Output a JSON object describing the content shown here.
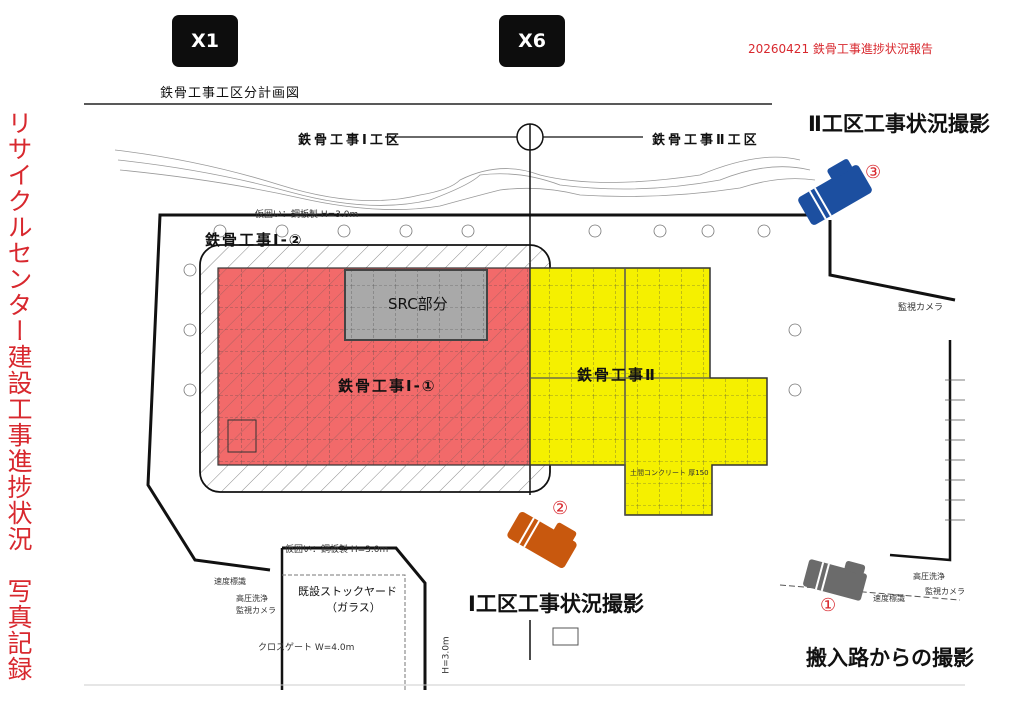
{
  "header": {
    "x1_label": "X1",
    "x6_label": "X6",
    "report_title": "20260421 鉄骨工事進捗状況報告",
    "plan_title": "鉄骨工事工区分計画図"
  },
  "side_title": "リサイクルセンター建設工事進捗状況　写真記録",
  "plan": {
    "zone1_label": "鉄骨工事Ⅰ工区",
    "zone2_label": "鉄骨工事Ⅱ工区",
    "area_1_2": "鉄骨工事Ⅰ-②",
    "area_1_1": "鉄骨工事Ⅰ-①",
    "area_src": "SRC部分",
    "area_2": "鉄骨工事Ⅱ",
    "fence_top": "仮囲い：鋼板製 H=3.0m",
    "fence_bottom": "仮囲い：鋼板製 H=3.0m",
    "fence_vertical": "H=3.0m",
    "stock_yard": "既設ストックヤード",
    "stock_yard_sub": "（ガラス）",
    "cross_gate": "クロスゲート W=4.0m",
    "speed_sign_left": "速度標識",
    "wash_left": "高圧洗浄",
    "camera_left": "監視カメラ",
    "camera_right_top": "監視カメラ",
    "wash_right": "高圧洗浄",
    "camera_right": "監視カメラ",
    "speed_sign_right": "速度標識",
    "concrete_note": "土間コンクリート 厚150"
  },
  "photos": [
    {
      "number": "①",
      "caption": "搬入路からの撮影",
      "color": "#6b6b6b"
    },
    {
      "number": "②",
      "caption": "Ⅰ工区工事状況撮影",
      "color": "#c8580e"
    },
    {
      "number": "③",
      "caption": "Ⅱ工区工事状況撮影",
      "color": "#1c4fa0"
    }
  ],
  "colors": {
    "zone1": "#f26a6a",
    "src": "#a9a9a9",
    "zone2": "#f5f000",
    "accent": "#d8282e"
  }
}
